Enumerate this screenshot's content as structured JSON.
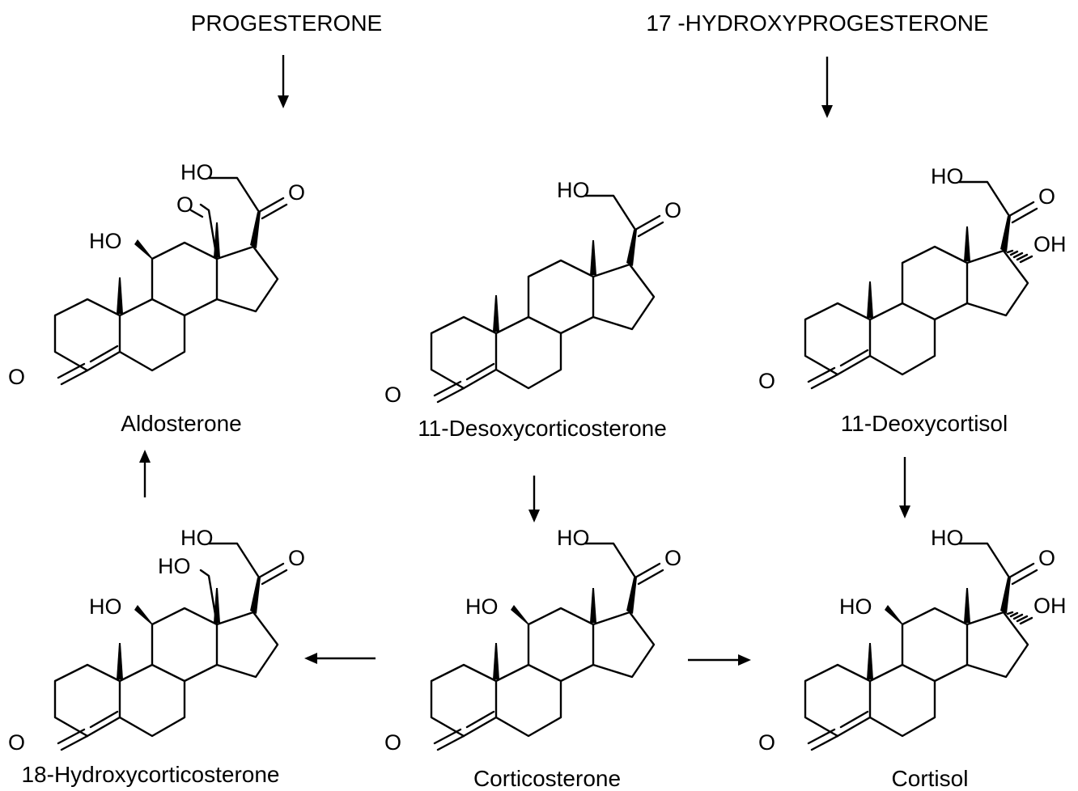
{
  "labels": {
    "top_left": "PROGESTERONE",
    "top_right": "17  -HYDROXYPROGESTERONE",
    "aldosterone": "Aldosterone",
    "desoxycorticosterone": "11-Desoxycorticosterone",
    "deoxycortisol": "11-Deoxycortisol",
    "hydroxycorticosterone": "18-Hydroxycorticosterone",
    "corticosterone": "Corticosterone",
    "cortisol": "Cortisol"
  },
  "atoms": {
    "oxygen": "O",
    "hydroxyl_left": "HO",
    "hydroxyl_right": "OH"
  }
}
